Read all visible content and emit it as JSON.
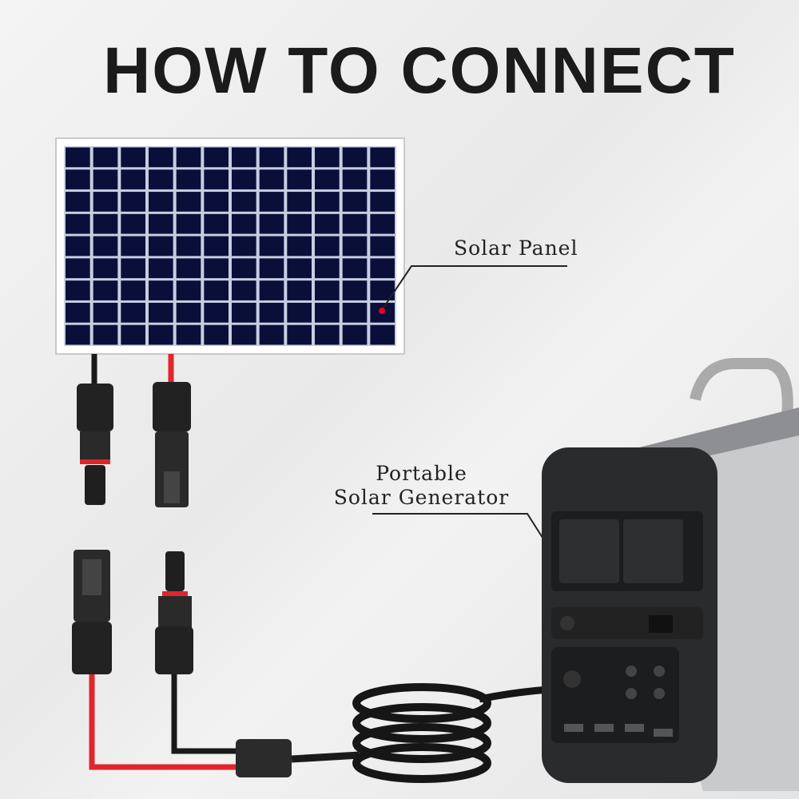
{
  "title": "HOW TO CONNECT",
  "labels": {
    "solar_panel": "Solar Panel",
    "generator_line1": "Portable",
    "generator_line2": "Solar Generator"
  },
  "colors": {
    "panel_cell": "#0a0f3a",
    "cable_red": "#e0262b",
    "cable_black": "#1a1a1a",
    "pointer_dot": "#e8001c"
  }
}
